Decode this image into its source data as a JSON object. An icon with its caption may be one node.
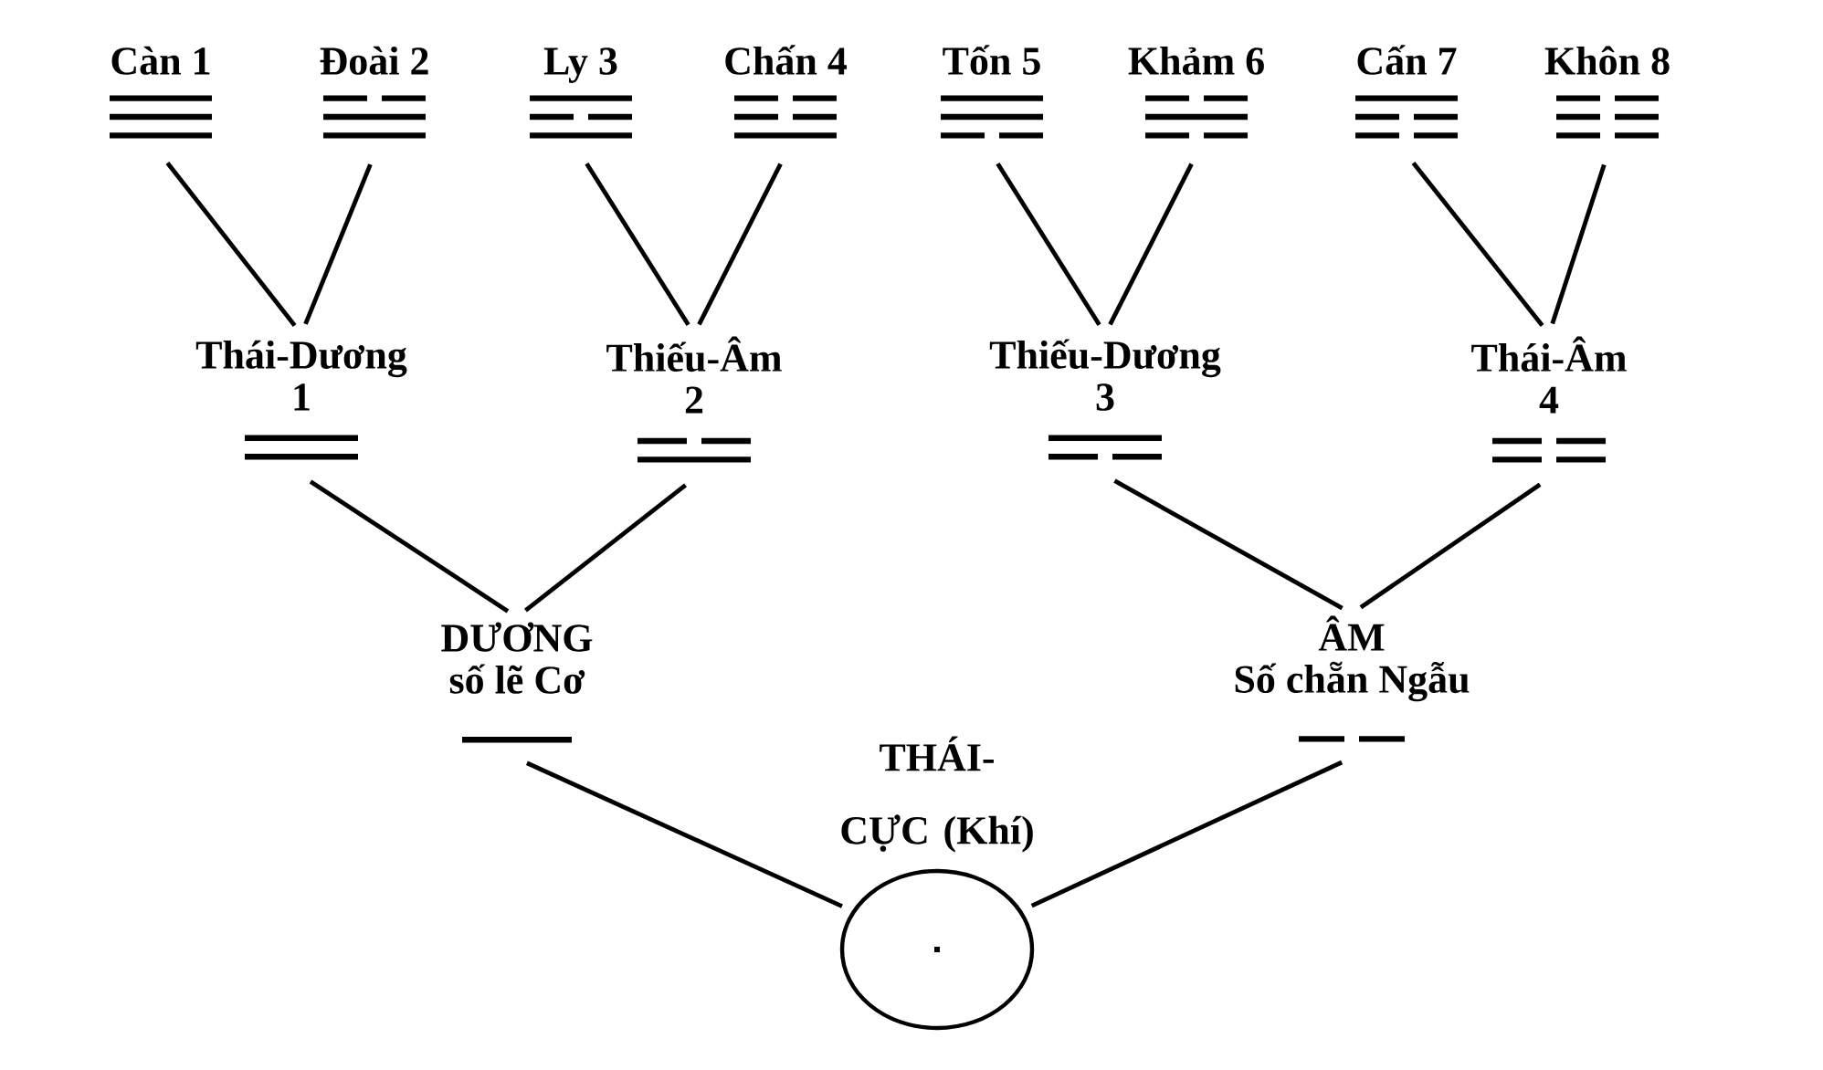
{
  "diagram": {
    "nodes": [
      {
        "text": [
          "Càn 1"
        ]
      },
      {
        "text": [
          "Đoài 2"
        ]
      },
      {
        "text": [
          "Ly 3"
        ]
      },
      {
        "text": [
          "Chấn 4"
        ]
      },
      {
        "text": [
          "Tốn 5"
        ]
      },
      {
        "text": [
          "Khảm 6"
        ]
      },
      {
        "text": [
          "Cấn 7"
        ]
      },
      {
        "text": [
          "Khôn 8"
        ]
      },
      {
        "text": [
          "Thái-Dương",
          "1"
        ]
      },
      {
        "text": [
          "Thiếu-Âm",
          "2"
        ]
      },
      {
        "text": [
          "Thiếu-Dương",
          "3"
        ]
      },
      {
        "text": [
          "Thái-Âm",
          "4"
        ]
      },
      {
        "text": [
          "DƯƠNG",
          "số lẽ Cơ"
        ]
      },
      {
        "text": [
          "ÂM",
          "Số chẵn Ngẫu"
        ]
      },
      {
        "text": [
          "THÁI-CỰC (Khí)"
        ]
      }
    ],
    "edges": [
      {
        "from": 0,
        "to": 8,
        "arrow": "none"
      },
      {
        "from": 1,
        "to": 8,
        "arrow": "none"
      },
      {
        "from": 2,
        "to": 9,
        "arrow": "none"
      },
      {
        "from": 3,
        "to": 9,
        "arrow": "none"
      },
      {
        "from": 4,
        "to": 10,
        "arrow": "none"
      },
      {
        "from": 5,
        "to": 10,
        "arrow": "none"
      },
      {
        "from": 6,
        "to": 11,
        "arrow": "none"
      },
      {
        "from": 7,
        "to": 11,
        "arrow": "none"
      },
      {
        "from": 8,
        "to": 12,
        "arrow": "none"
      },
      {
        "from": 9,
        "to": 12,
        "arrow": "none"
      },
      {
        "from": 10,
        "to": 13,
        "arrow": "none"
      },
      {
        "from": 11,
        "to": 13,
        "arrow": "none"
      },
      {
        "from": 12,
        "to": 14,
        "arrow": "none"
      },
      {
        "from": 13,
        "to": 14,
        "arrow": "none"
      }
    ]
  }
}
